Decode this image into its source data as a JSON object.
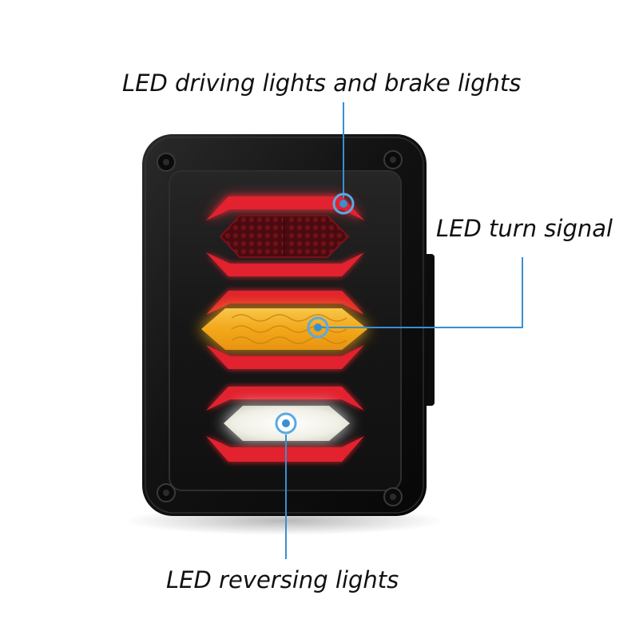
{
  "callouts": {
    "brake": {
      "text": "LED driving lights and brake lights"
    },
    "turn": {
      "text": "LED turn signal"
    },
    "reverse": {
      "text": "LED reversing lights"
    }
  },
  "colors": {
    "housing": "#141414",
    "lens": "#1b1b1b",
    "red_led": "#e2232e",
    "red_glow": "#ff3b45",
    "reflector": "#5a0a10",
    "amber": "#f2b01e",
    "white_led": "#f4f2ea",
    "callout_line": "#3a8fd0"
  },
  "icons": {
    "marker": "target-circle-icon",
    "screw": "screw-icon"
  }
}
